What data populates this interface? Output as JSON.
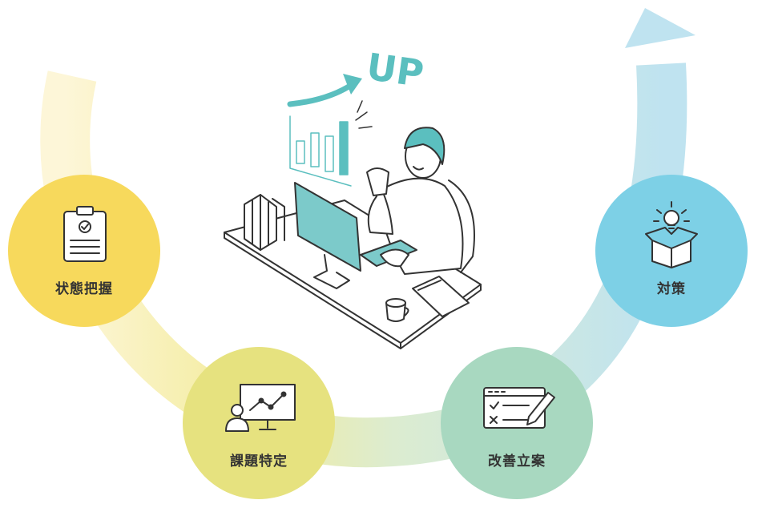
{
  "headline": "UP",
  "steps": [
    {
      "label": "状態把握",
      "icon": "clipboard-check-icon",
      "color": "#f7d95c"
    },
    {
      "label": "課題特定",
      "icon": "presentation-chart-icon",
      "color": "#e6e27f"
    },
    {
      "label": "改善立案",
      "icon": "checklist-pencil-icon",
      "color": "#a8d8c0"
    },
    {
      "label": "対策",
      "icon": "lightbulb-box-icon",
      "color": "#7dd0e6"
    }
  ],
  "colors": {
    "accent": "#5bbfbf",
    "line": "#333333",
    "arc_start": "#fdf6d8",
    "arc_mid": "#e9ecb2",
    "arc_end": "#bfe3f0"
  }
}
